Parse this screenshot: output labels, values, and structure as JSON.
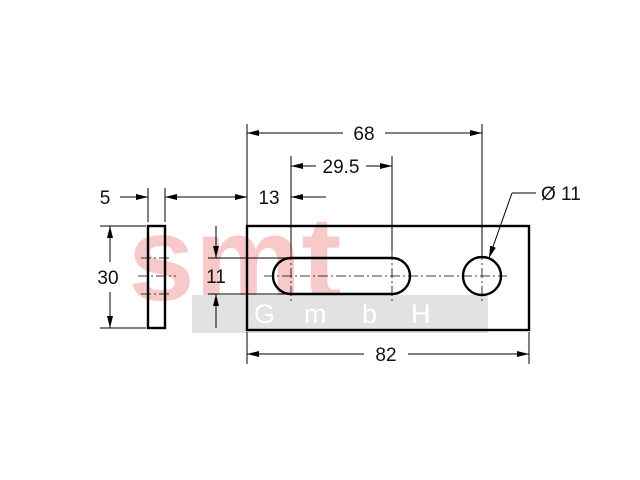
{
  "watermark": {
    "brand": "smt",
    "company_letters": [
      "G",
      "m",
      "b",
      "H"
    ]
  },
  "dimensions": {
    "overall_length": "82",
    "hole_spacing": "68",
    "slot_length": "29.5",
    "slot_offset": "13",
    "side_thickness": "5",
    "height": "30",
    "slot_width": "11",
    "hole_diameter": "Ø 11"
  },
  "colors": {
    "line": "#000000",
    "watermark_text": "#f7c9c9",
    "watermark_band": "#e2e2e2"
  }
}
